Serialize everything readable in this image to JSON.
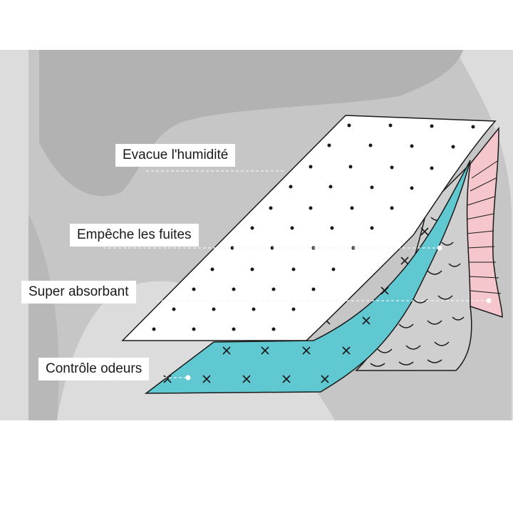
{
  "labels": [
    {
      "text": "Evacue l'humidité"
    },
    {
      "text": "Empêche les fuites"
    },
    {
      "text": "Super absorbant"
    },
    {
      "text": "Contrôle odeurs"
    }
  ],
  "layers": [
    {
      "name": "top-dotted-layer",
      "color": "#ffffff",
      "pattern": "dots"
    },
    {
      "name": "teal-layer",
      "color": "#5fc8d0",
      "pattern": "crosses"
    },
    {
      "name": "gray-layer",
      "color": "#cfcfcf",
      "pattern": "arcs"
    },
    {
      "name": "pink-layer",
      "color": "#f5c6cc",
      "pattern": "stripes"
    }
  ],
  "colors": {
    "background_photo": "#d9d9d9",
    "outline": "#1a1a1a"
  }
}
